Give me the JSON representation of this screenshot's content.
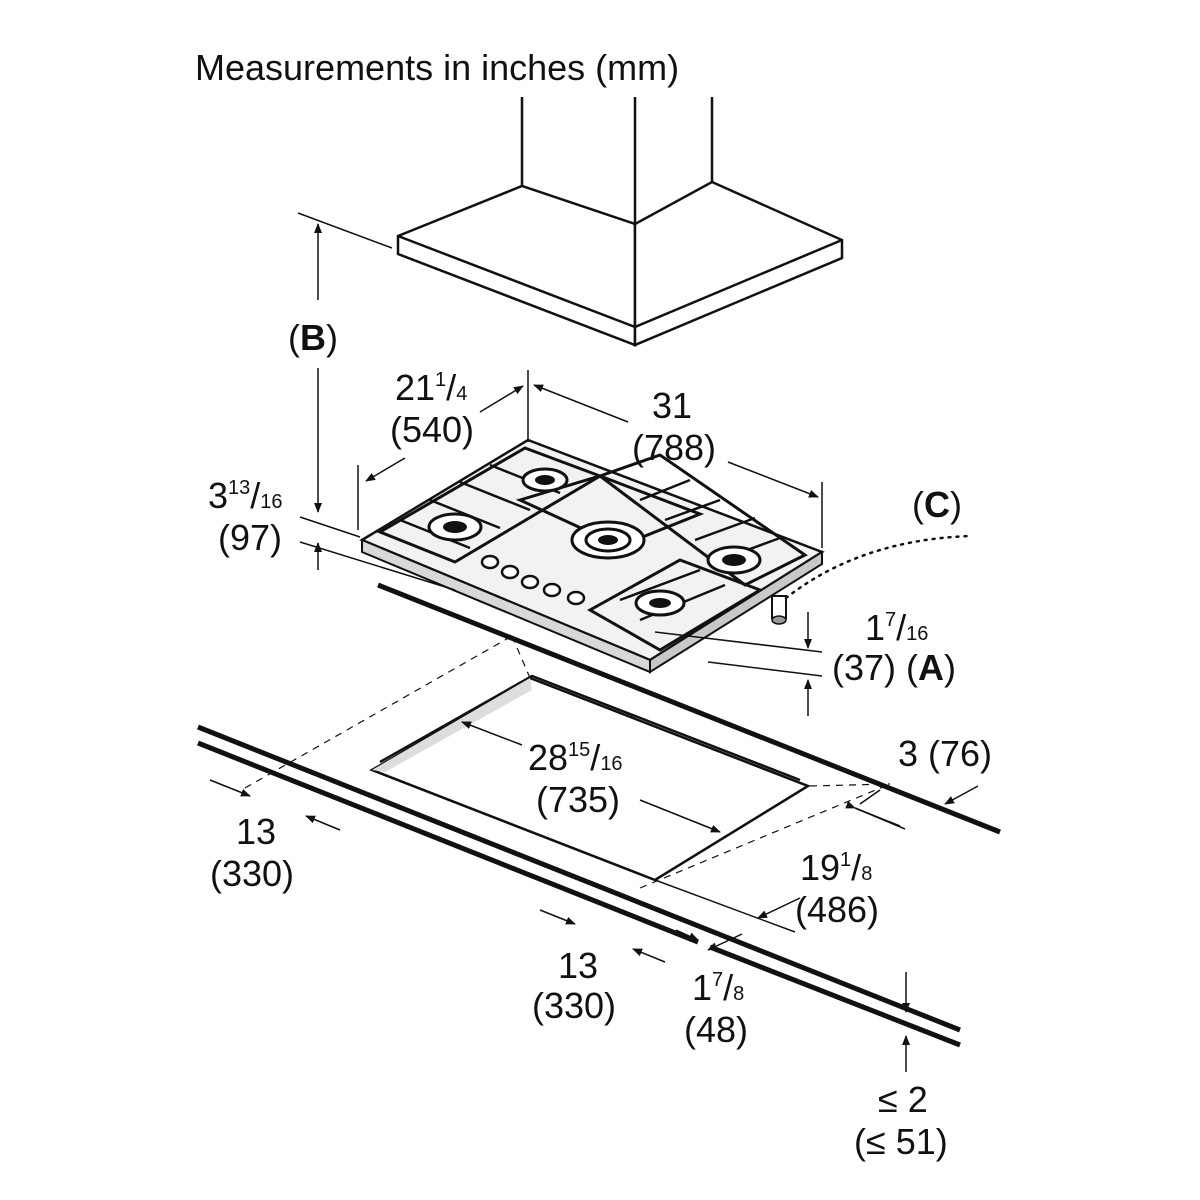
{
  "title": "Measurements in inches (mm)",
  "labels": {
    "b": {
      "open": "(",
      "letter": "B",
      "close": ")"
    },
    "c": {
      "open": "(",
      "letter": "C",
      "close": ")"
    },
    "a": {
      "value": "(37)",
      "open": "(",
      "letter": "A",
      "close": ")"
    },
    "depth_21": {
      "whole": "21",
      "num": "1",
      "slash": "/",
      "den": "4",
      "mm": "(540)"
    },
    "width_31": {
      "whole": "31",
      "mm": "(788)"
    },
    "height_3": {
      "whole": "3",
      "num": "13",
      "slash": "/",
      "den": "16",
      "mm": "(97)"
    },
    "height_1": {
      "whole": "1",
      "num": "7",
      "slash": "/",
      "den": "16"
    },
    "cutout_28": {
      "whole": "28",
      "num": "15",
      "slash": "/",
      "den": "16",
      "mm": "(735)"
    },
    "cutout_19": {
      "whole": "19",
      "num": "1",
      "slash": "/",
      "den": "8",
      "mm": "(486)"
    },
    "clear_3": {
      "text": "3 (76)"
    },
    "left_13": {
      "whole": "13",
      "mm": "(330)"
    },
    "front_13": {
      "whole": "13",
      "mm": "(330)"
    },
    "front_1": {
      "whole": "1",
      "num": "7",
      "slash": "/",
      "den": "8",
      "mm": "(48)"
    },
    "thick_2": {
      "whole": "≤ 2",
      "mm": "(≤ 51)"
    }
  }
}
